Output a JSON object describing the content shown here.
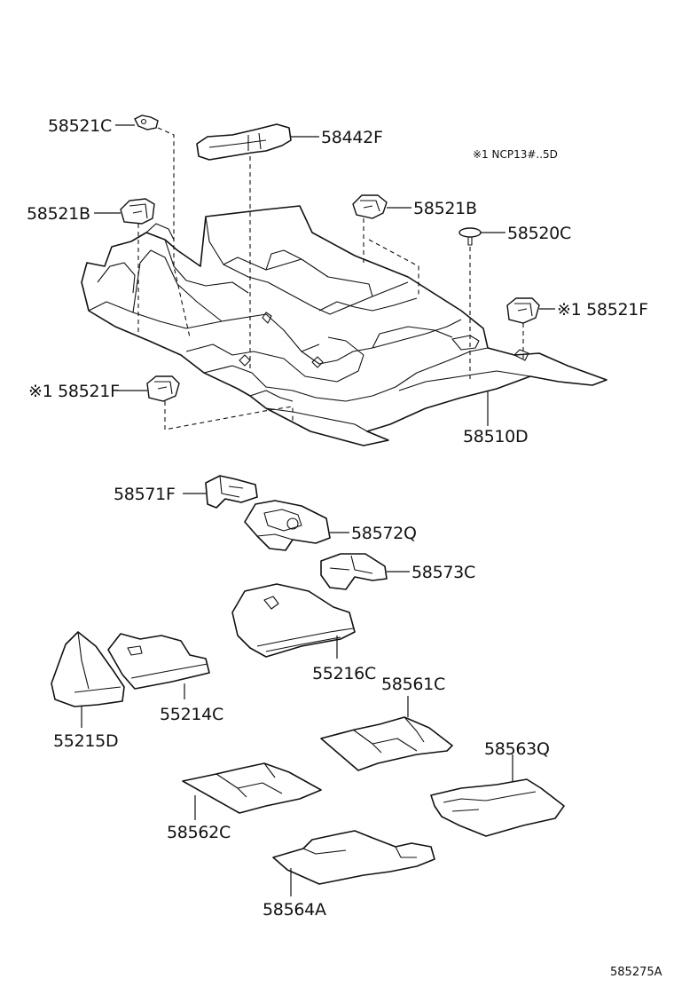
{
  "labels": {
    "p58521C": "58521C",
    "p58442F": "58442F",
    "note_ncp": "※1 NCP13#..5D",
    "p58521B_left": "58521B",
    "p58521B_right": "58521B",
    "p58520C": "58520C",
    "p58521F_right": "※1 58521F",
    "p58521F_left": "※1 58521F",
    "p58510D": "58510D",
    "p58571F": "58571F",
    "p58572Q": "58572Q",
    "p58573C": "58573C",
    "p55216C": "55216C",
    "p58561C": "58561C",
    "p55214C": "55214C",
    "p55215D": "55215D",
    "p58563Q": "58563Q",
    "p58562C": "58562C",
    "p58564A": "58564A",
    "figure_code": "585275A"
  },
  "colors": {
    "line": "#111111",
    "background": "#ffffff"
  }
}
